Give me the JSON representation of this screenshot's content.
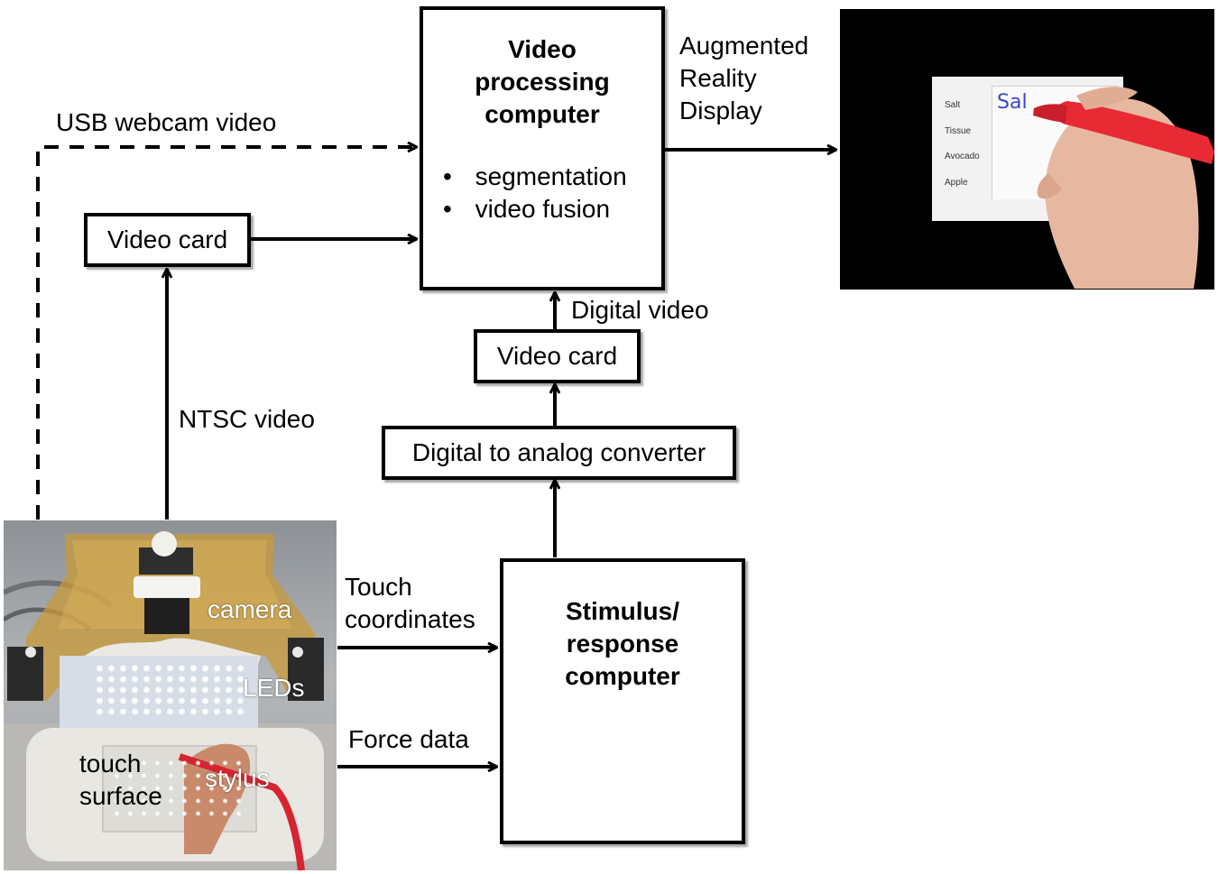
{
  "video_processing": {
    "title_lines": [
      "Video",
      "processing",
      "computer"
    ],
    "bullets": [
      "segmentation",
      "video fusion"
    ]
  },
  "labels": {
    "usb": "USB webcam video",
    "ar_lines": [
      "Augmented",
      "Reality",
      "Display"
    ],
    "ntsc": "NTSC video",
    "digital_video": "Digital video",
    "touch_lines": [
      "Touch",
      "coordinates"
    ],
    "force": "Force data"
  },
  "boxes": {
    "video_card_left": "Video card",
    "video_card_mid": "Video card",
    "dac": "Digital to analog converter"
  },
  "stimulus": {
    "title_lines": [
      "Stimulus/",
      "response",
      "computer"
    ]
  },
  "ar_screen": {
    "items": [
      "Salt",
      "Tissue",
      "Avocado",
      "Apple"
    ],
    "handwriting": "Sal"
  },
  "photo": {
    "labels": {
      "camera": "camera",
      "leds": "LEDs",
      "touch": [
        "touch",
        "surface"
      ],
      "stylus": "stylus"
    }
  }
}
